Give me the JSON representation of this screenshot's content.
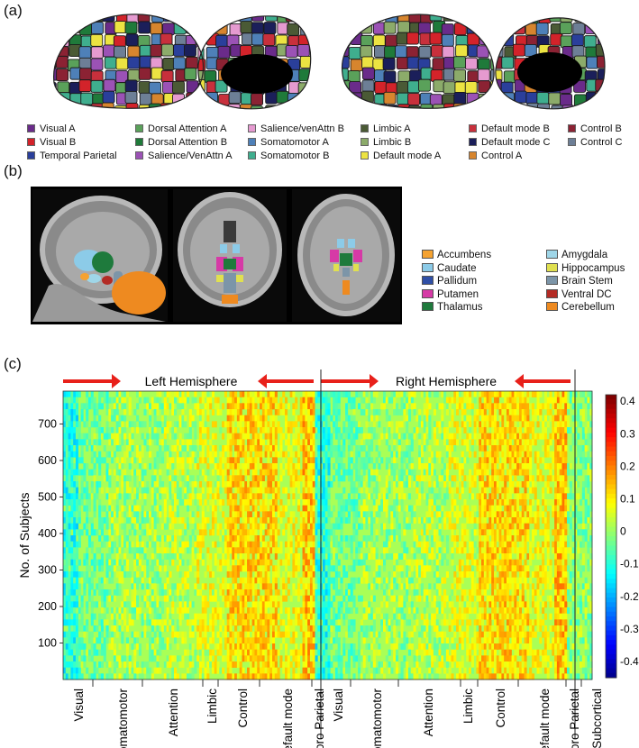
{
  "panel_labels": {
    "a": "(a)",
    "b": "(b)",
    "c": "(c)"
  },
  "figure_a": {
    "networks": [
      {
        "name": "Visual A",
        "color": "#6a2b8a"
      },
      {
        "name": "Visual B",
        "color": "#d3232a"
      },
      {
        "name": "Temporal Parietal",
        "color": "#2a3f9b"
      },
      {
        "name": "Dorsal Attention A",
        "color": "#5aa15a"
      },
      {
        "name": "Dorsal Attention B",
        "color": "#1f7a3a"
      },
      {
        "name": "Salience/VenAttn A",
        "color": "#9b52b5"
      },
      {
        "name": "Salience/venAttn B",
        "color": "#e59ad0"
      },
      {
        "name": "Somatomotor A",
        "color": "#4e80b8"
      },
      {
        "name": "Somatomotor B",
        "color": "#3fae8e"
      },
      {
        "name": "Limbic A",
        "color": "#4a5a35"
      },
      {
        "name": "Limbic B",
        "color": "#8cab6a"
      },
      {
        "name": "Default  mode A",
        "color": "#ece342"
      },
      {
        "name": "Default mode B",
        "color": "#c8303c"
      },
      {
        "name": "Default mode C",
        "color": "#1b1f5a"
      },
      {
        "name": "Control A",
        "color": "#d7852e"
      },
      {
        "name": "Control B",
        "color": "#8b2233"
      },
      {
        "name": "Control C",
        "color": "#6d7f96"
      }
    ]
  },
  "figure_b": {
    "structures": [
      {
        "name": "Accumbens",
        "color": "#f5a230"
      },
      {
        "name": "Caudate",
        "color": "#8ccbe8"
      },
      {
        "name": "Pallidum",
        "color": "#2f4fa6"
      },
      {
        "name": "Putamen",
        "color": "#d63aa6"
      },
      {
        "name": "Thalamus",
        "color": "#1e7a3c"
      },
      {
        "name": "Amygdala",
        "color": "#9fd6e8"
      },
      {
        "name": "Hippocampus",
        "color": "#e0e050"
      },
      {
        "name": "Brain Stem",
        "color": "#7c95a8"
      },
      {
        "name": "Ventral DC",
        "color": "#b32b24"
      },
      {
        "name": "Cerebellum",
        "color": "#ee8a20"
      }
    ]
  },
  "chart_data": {
    "type": "heatmap",
    "ylabel": "No. of Subjects",
    "ylim": [
      0,
      790
    ],
    "y_ticks": [
      100,
      200,
      300,
      400,
      500,
      600,
      700
    ],
    "colorbar": {
      "range": [
        -0.45,
        0.42
      ],
      "ticks": [
        "0.4",
        "0.3",
        "0.2",
        "0.1",
        "0",
        "-0.1",
        "-0.2",
        "-0.3",
        "-0.4"
      ],
      "colors": [
        "#800000",
        "#ff0000",
        "#ff8000",
        "#ffff00",
        "#80ff80",
        "#00ffff",
        "#0080ff",
        "#0000ff",
        "#000080"
      ]
    },
    "hemisphere_labels": [
      "Left Hemisphere",
      "Right Hemisphere"
    ],
    "x_network_labels": [
      "Visual",
      "Somatomotor",
      "Attention",
      "Limbic",
      "Control",
      "Default mode",
      "Temporo Parietal",
      "Visual",
      "Somatomotor",
      "Attention",
      "Limbic",
      "Control",
      "Default mode",
      "Temporo Parietal",
      "Subcortical"
    ],
    "columns_total": 420,
    "hemisphere_boundaries": [
      0,
      200,
      400,
      420
    ]
  }
}
